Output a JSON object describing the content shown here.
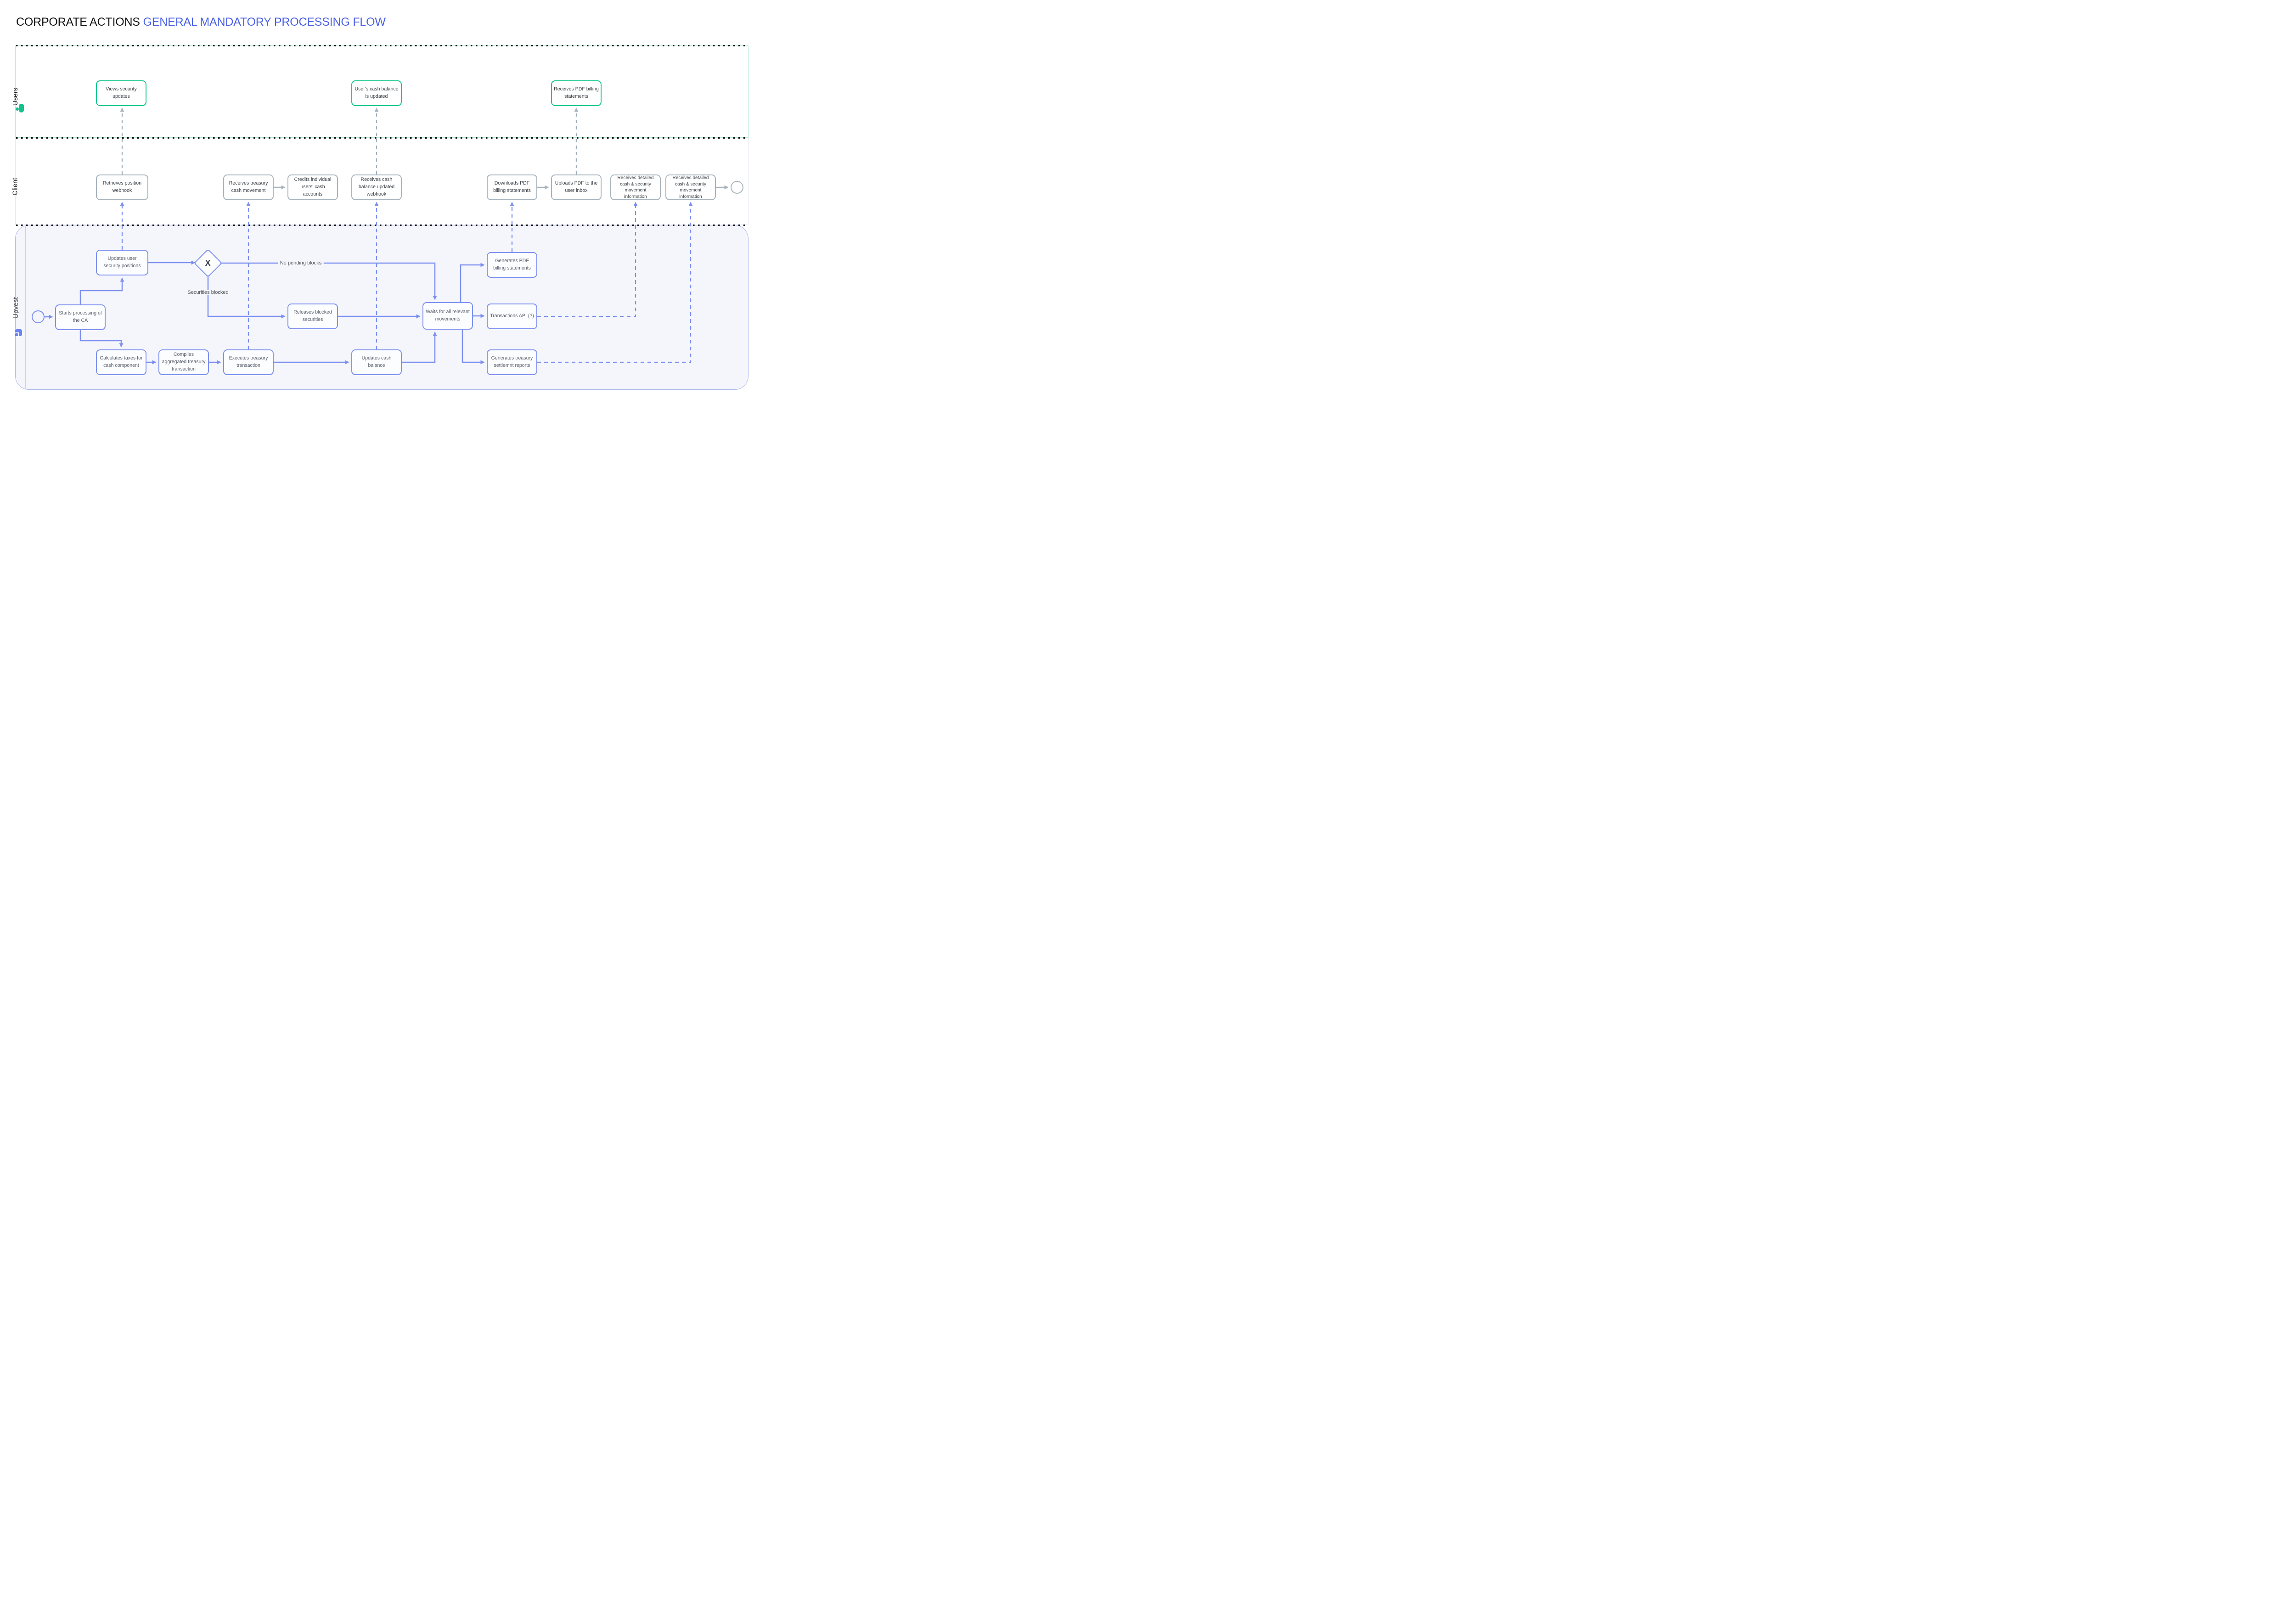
{
  "title": {
    "prefix": "CORPORATE ACTIONS ",
    "highlight": "GENERAL MANDATORY PROCESSING FLOW"
  },
  "lanes": {
    "users": {
      "label": "Users"
    },
    "client": {
      "label": "Client"
    },
    "upvest": {
      "label": "Upvest"
    }
  },
  "nodes": {
    "views_security_updates": {
      "label": "Views security updates"
    },
    "users_cash_balance_updated": {
      "label": "User's cash balance is updated"
    },
    "receives_pdf_billing_statements": {
      "label": "Receives PDF billing statements"
    },
    "retrieves_position_webhook": {
      "label": "Retrieves position webhook"
    },
    "receives_treasury_cash_movement": {
      "label": "Receives treasury cash movement"
    },
    "credits_individual_users_cash_accounts": {
      "label": "Credits individual users' cash accounts"
    },
    "receives_cash_balance_updated_webhook": {
      "label": "Receives cash balance updated webhook"
    },
    "downloads_pdf_billing_statements": {
      "label": "Downloads PDF billing statements"
    },
    "uploads_pdf_to_user_inbox": {
      "label": "Uploads PDF to the user inbox"
    },
    "receives_detailed_info_1": {
      "label": "Receives detailed cash & security movement information"
    },
    "receives_detailed_info_2": {
      "label": "Receives detailed cash & security movement information"
    },
    "updates_user_security_positions": {
      "label": "Updates user security positions"
    },
    "starts_processing_ca": {
      "label": "Starts processing of the CA"
    },
    "releases_blocked_securities": {
      "label": "Releases blocked securities"
    },
    "waits_for_all_relevant_movements": {
      "label": "Waits for all relevant movements"
    },
    "transactions_api": {
      "label": "Transactions API (?)"
    },
    "generates_pdf_billing_statements": {
      "label": "Generates PDF billing statements"
    },
    "calculates_taxes_cash_component": {
      "label": "Calculates taxes for cash component"
    },
    "compiles_aggregated_treasury_transaction": {
      "label": "Compiles aggregated treasury transaction"
    },
    "executes_treasury_transaction": {
      "label": "Executes treasury transaction"
    },
    "updates_cash_balance": {
      "label": "Updates cash balance"
    },
    "generates_treasury_settlemnt_reports": {
      "label": "Generates treasury settlemnt reports"
    }
  },
  "gateway": {
    "label": "X"
  },
  "edge_labels": {
    "no_pending_blocks": "No pending blocks",
    "securities_blocked": "Securities blocked"
  },
  "colors": {
    "title_highlight": "#4a5fe5",
    "users_node_border": "#13c78c",
    "client_node_border": "#a8b4bd",
    "upvest_node_border": "#7e90f0",
    "upvest_flow_arrow": "#7c8ff0",
    "client_message_arrow": "#9fb0ba",
    "upvest_lane_fill": "#f4f6fc",
    "users_accent": "#17c08d",
    "upvest_logo": "#6b82f2"
  }
}
